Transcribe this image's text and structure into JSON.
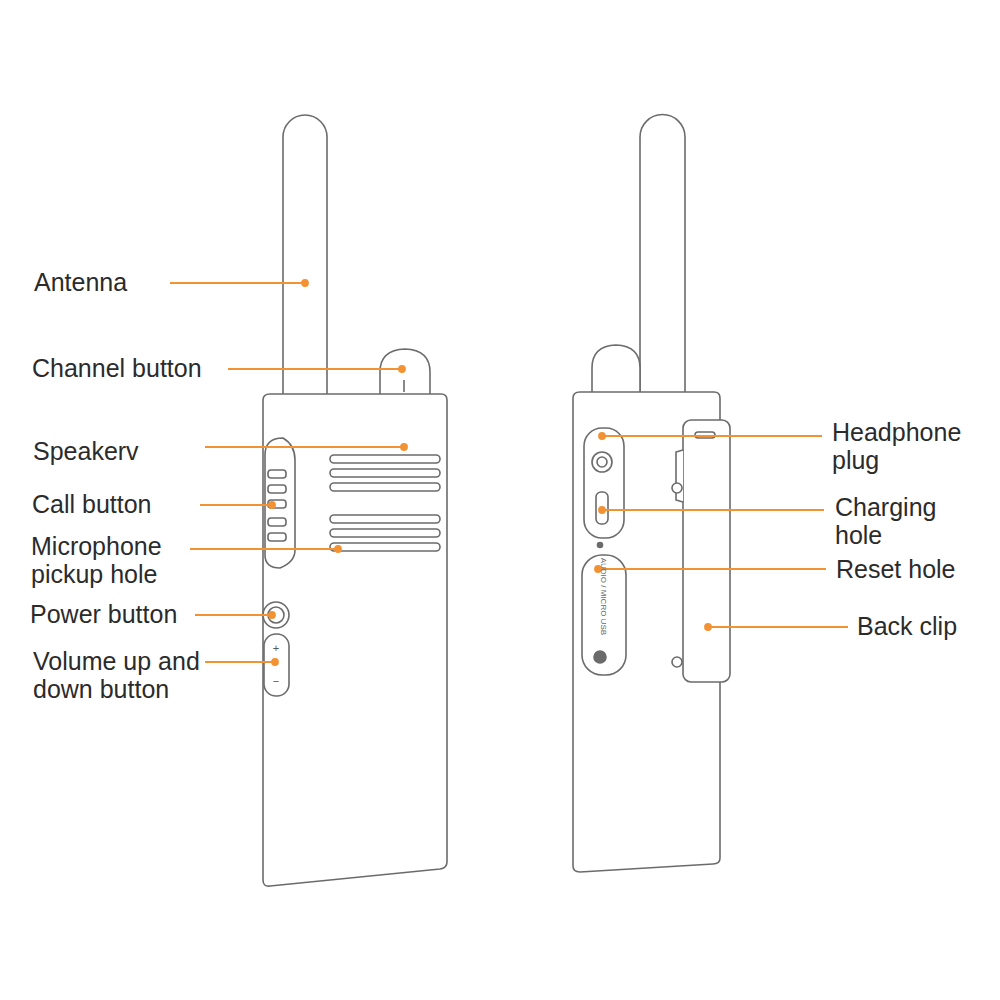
{
  "diagram": {
    "labels": [
      "Antenna",
      "Channel button",
      "Speakerv",
      "Call button",
      "Microphone pickup hole",
      "Power button",
      "Volume up and down button",
      "Headphone plug",
      "Charging hole",
      "Reset hole",
      "Back clip",
      "+",
      "−",
      "AUDIO / MICRO USB"
    ]
  }
}
